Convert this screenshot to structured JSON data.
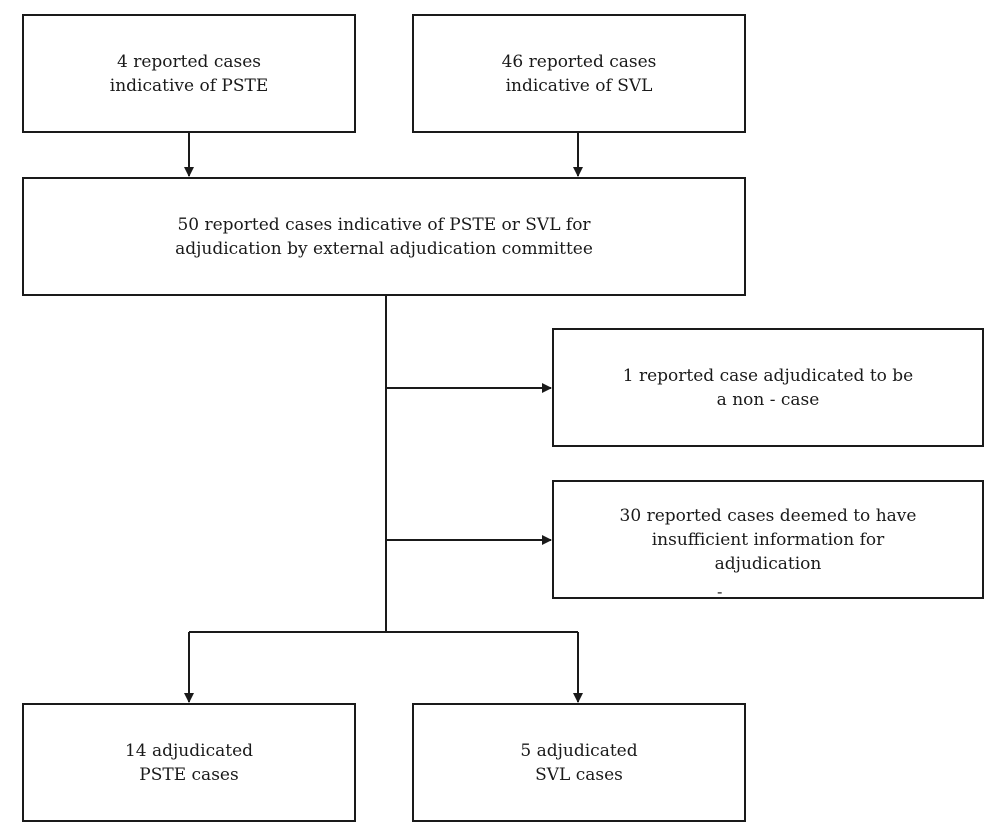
{
  "boxes": {
    "pste_reported": {
      "lines": [
        "4 reported cases",
        "indicative of PSTE"
      ]
    },
    "svl_reported": {
      "lines": [
        "46 reported cases",
        "indicative of SVL"
      ]
    },
    "combined": {
      "lines": [
        "50 reported cases indicative of PSTE or SVL for",
        "adjudication by external adjudication committee"
      ]
    },
    "non_case": {
      "lines": [
        "1 reported case adjudicated to be",
        "a non - case"
      ]
    },
    "insufficient": {
      "lines": [
        "30 reported cases deemed to have",
        "insufficient information for",
        "adjudication"
      ]
    },
    "pste_adjudicated": {
      "lines": [
        "14 adjudicated",
        "PSTE cases"
      ]
    },
    "svl_adjudicated": {
      "lines": [
        "5 adjudicated",
        "SVL cases"
      ]
    }
  },
  "stray_mark": "-",
  "colors": {
    "stroke": "#1a1a1a",
    "background": "#ffffff"
  }
}
